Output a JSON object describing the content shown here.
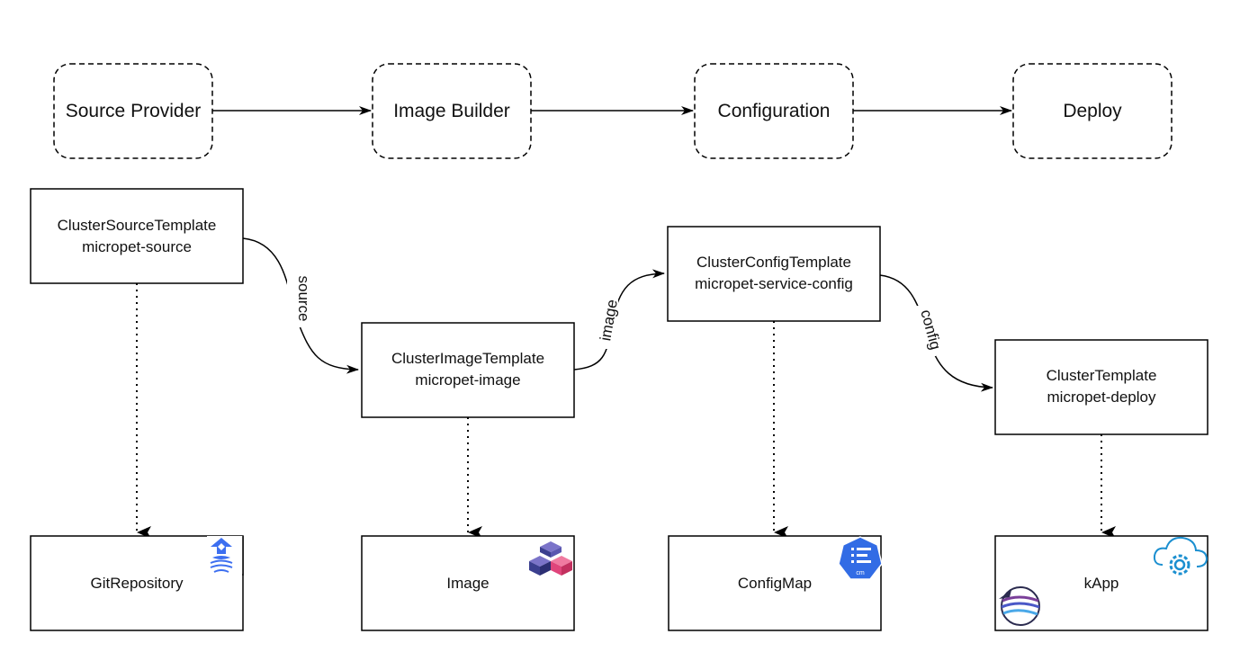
{
  "stages": [
    {
      "label": "Source Provider"
    },
    {
      "label": "Image Builder"
    },
    {
      "label": "Configuration"
    },
    {
      "label": "Deploy"
    }
  ],
  "templates": [
    {
      "kind": "ClusterSourceTemplate",
      "name": "micropet-source"
    },
    {
      "kind": "ClusterImageTemplate",
      "name": "micropet-image"
    },
    {
      "kind": "ClusterConfigTemplate",
      "name": "micropet-service-config"
    },
    {
      "kind": "ClusterTemplate",
      "name": "micropet-deploy"
    }
  ],
  "edges": [
    {
      "label": "source"
    },
    {
      "label": "image"
    },
    {
      "label": "config"
    }
  ],
  "resources": [
    {
      "label": "GitRepository",
      "icon": "flux-icon"
    },
    {
      "label": "Image",
      "icon": "kpack-icon"
    },
    {
      "label": "ConfigMap",
      "icon": "kubernetes-configmap-icon",
      "icon_text": "cm"
    },
    {
      "label": "kApp",
      "icon": "cloud-gear-icon",
      "icon2": "kapp-controller-icon"
    }
  ],
  "colors": {
    "flux_blue": "#3d6ff0",
    "kpack_navy": "#3b3f8f",
    "kpack_purple": "#7b74c9",
    "kpack_pink": "#e0457b",
    "k8s_blue": "#326ce5",
    "cloud_blue": "#1b8fd0"
  }
}
